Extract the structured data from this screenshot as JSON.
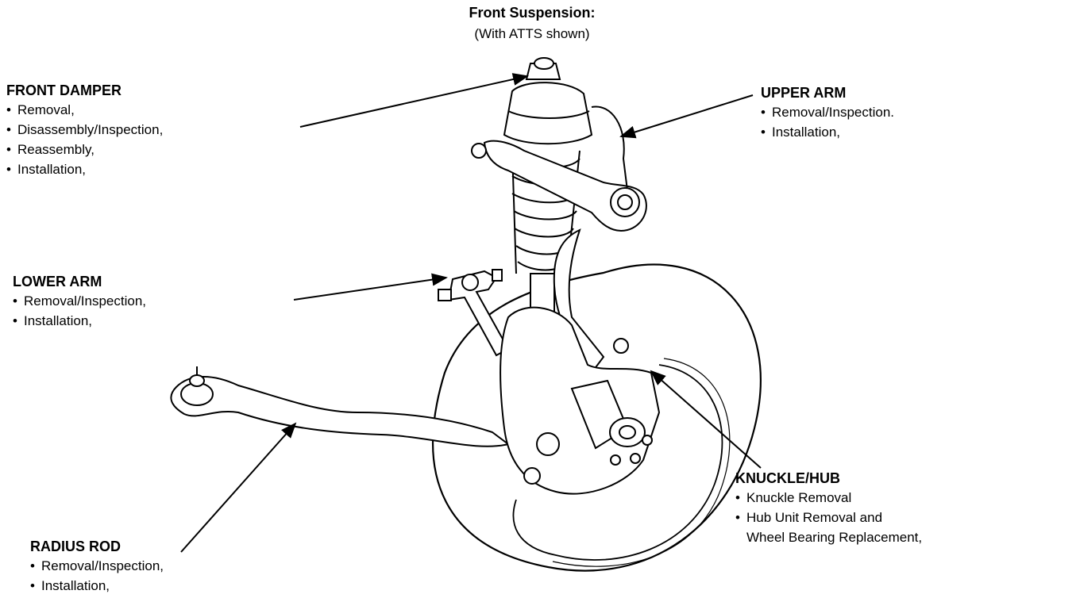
{
  "diagram": {
    "title": "Front Suspension:",
    "subtitle": "(With ATTS shown)"
  },
  "front_damper": {
    "heading": "FRONT DAMPER",
    "items": [
      "Removal,",
      "Disassembly/Inspection,",
      "Reassembly,",
      "Installation,"
    ]
  },
  "upper_arm": {
    "heading": "UPPER ARM",
    "items": [
      "Removal/Inspection.",
      "Installation,"
    ]
  },
  "lower_arm": {
    "heading": "LOWER ARM",
    "items": [
      "Removal/Inspection,",
      "Installation,"
    ]
  },
  "knuckle_hub": {
    "heading": "KNUCKLE/HUB",
    "items": [
      "Knuckle Removal",
      "Hub Unit Removal and",
      "Wheel Bearing Replacement,"
    ]
  },
  "radius_rod": {
    "heading": "RADIUS ROD",
    "items": [
      "Removal/Inspection,",
      "Installation,"
    ]
  }
}
